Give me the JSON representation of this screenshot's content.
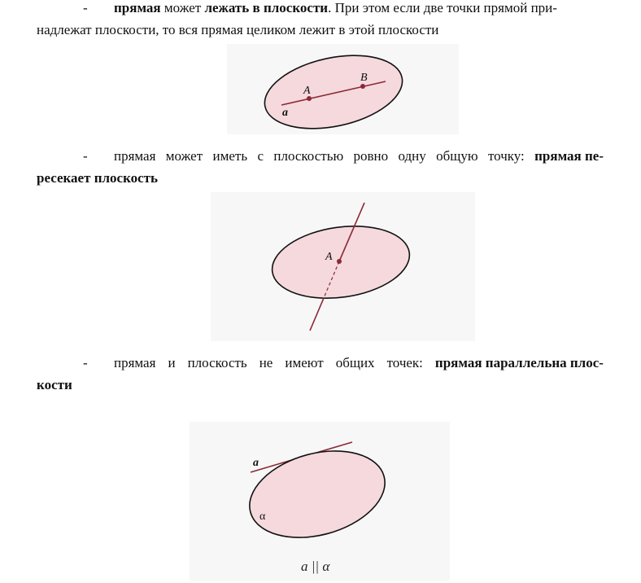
{
  "paragraphs": [
    {
      "dash": "-",
      "line1": {
        "b1": "прямая",
        "t1": " может ",
        "b2": "лежать в плоскости",
        "t2": ". При этом если две точки прямой при-"
      },
      "line2": "надлежат плоскости, то вся прямая целиком лежит в этой плоскости"
    },
    {
      "dash": "-",
      "line1_words": [
        "прямая",
        "может",
        "иметь",
        "с",
        "плоскостью",
        "ровно",
        "одну",
        "общую",
        "точку:"
      ],
      "line1_bold": "прямая пе-",
      "line2_bold": "ресекает плоскость"
    },
    {
      "dash": "-",
      "line1_words": [
        "прямая",
        "и",
        "плоскость",
        "не",
        "имеют",
        "общих",
        "точек:"
      ],
      "line1_bold": "прямая параллельна плос-",
      "line2_bold": "кости"
    }
  ],
  "figures": [
    {
      "labels": {
        "point_a": "A",
        "point_b": "B",
        "line": "a"
      }
    },
    {
      "labels": {
        "point_a": "A"
      }
    },
    {
      "labels": {
        "line": "a",
        "plane": "α"
      },
      "caption": "a || α"
    }
  ],
  "colors": {
    "plane_fill": "#f5d9dd",
    "line_color": "#8b2a35",
    "figure_bg": "#f7f7f7"
  }
}
